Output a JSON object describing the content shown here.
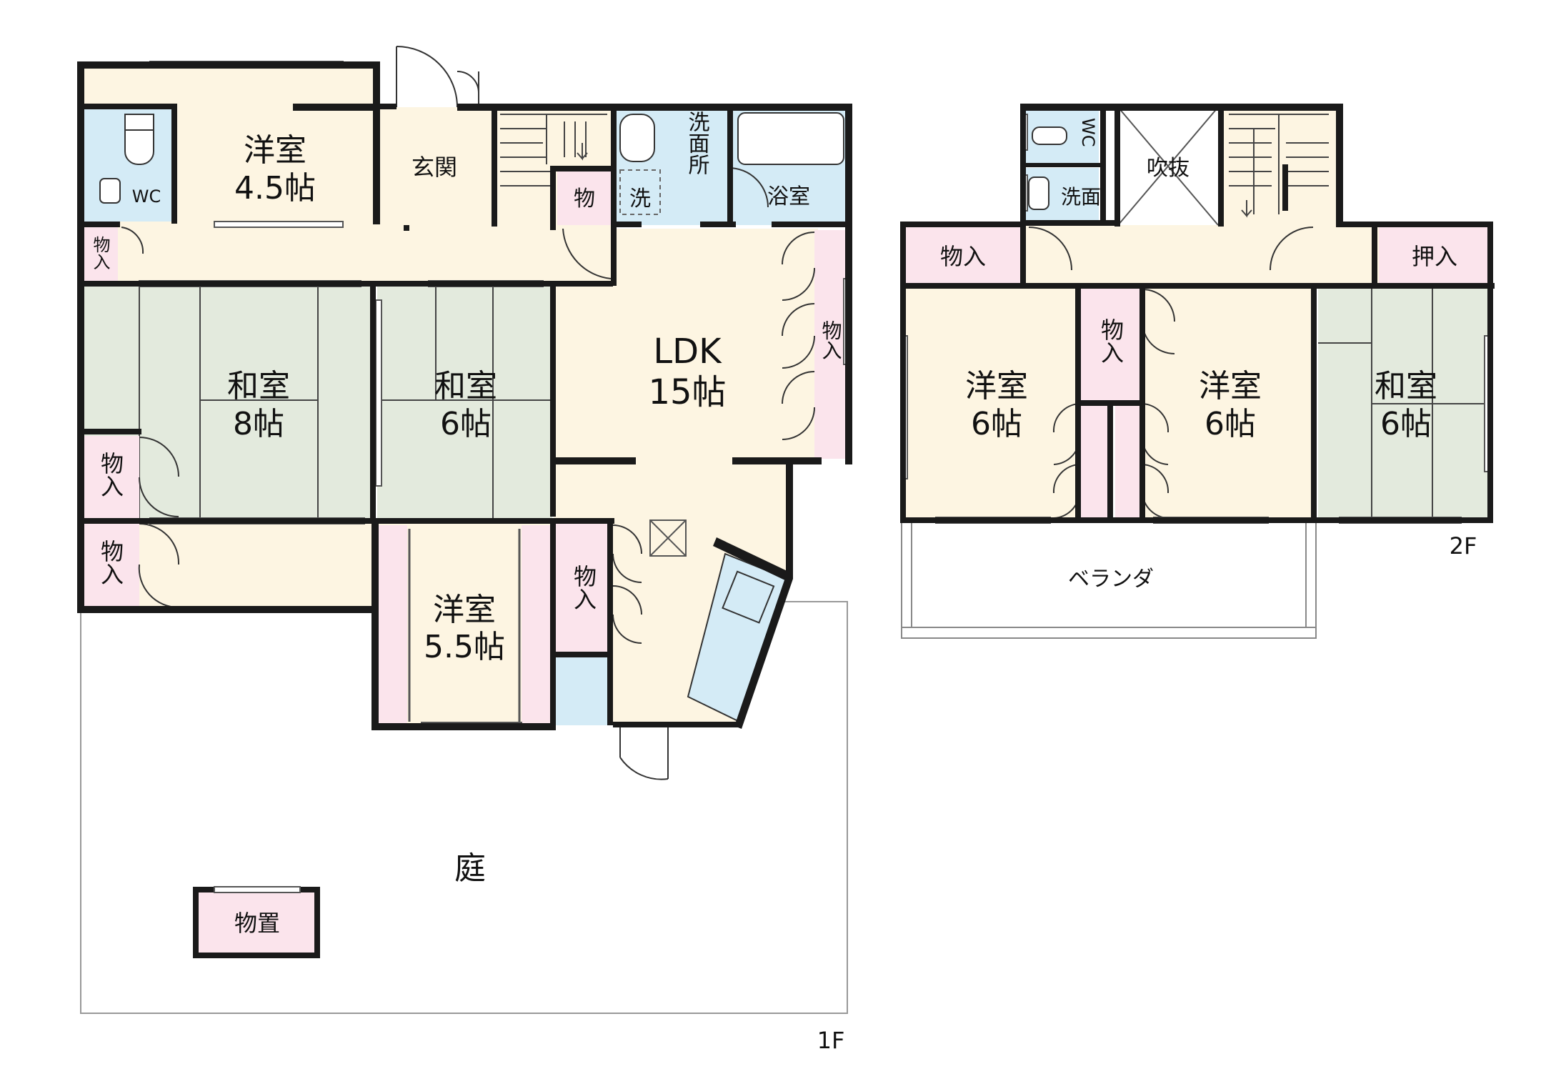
{
  "colors": {
    "western_room": "#fdf5e2",
    "japanese_room": "#e3eadd",
    "storage": "#fbe4ec",
    "wet_area": "#d4ebf6",
    "wall": "#1a1a1a",
    "outline": "#888888"
  },
  "floor1": {
    "label": "1F",
    "rooms": {
      "yoshitsu_45": {
        "name": "洋室",
        "size": "4.5帖"
      },
      "genkan": {
        "name": "玄関"
      },
      "wc": {
        "name": "WC"
      },
      "mono_small": {
        "name": "物"
      },
      "sen": {
        "name": "洗"
      },
      "senmenjo": {
        "name": "洗面所"
      },
      "yokushitsu": {
        "name": "浴室"
      },
      "monoire_hall": {
        "name": "物入"
      },
      "ldk": {
        "name": "LDK",
        "size": "15帖"
      },
      "monoire_ldk": {
        "name": "物入"
      },
      "washitsu_8": {
        "name": "和室",
        "size": "8帖"
      },
      "washitsu_6": {
        "name": "和室",
        "size": "6帖"
      },
      "monoire_left1": {
        "name": "物入"
      },
      "monoire_left2": {
        "name": "物入"
      },
      "yoshitsu_55": {
        "name": "洋室",
        "size": "5.5帖"
      },
      "monoire_kitchen": {
        "name": "物入"
      },
      "niwa": {
        "name": "庭"
      },
      "monooki": {
        "name": "物置"
      }
    }
  },
  "floor2": {
    "label": "2F",
    "rooms": {
      "wc": {
        "name": "WC"
      },
      "senmen": {
        "name": "洗面"
      },
      "fukinuke": {
        "name": "吹抜"
      },
      "monoire_left": {
        "name": "物入"
      },
      "oshiire": {
        "name": "押入"
      },
      "yoshitsu_6a": {
        "name": "洋室",
        "size": "6帖"
      },
      "monoire_mid": {
        "name": "物入"
      },
      "yoshitsu_6b": {
        "name": "洋室",
        "size": "6帖"
      },
      "washitsu_6": {
        "name": "和室",
        "size": "6帖"
      },
      "veranda": {
        "name": "ベランダ"
      }
    }
  }
}
